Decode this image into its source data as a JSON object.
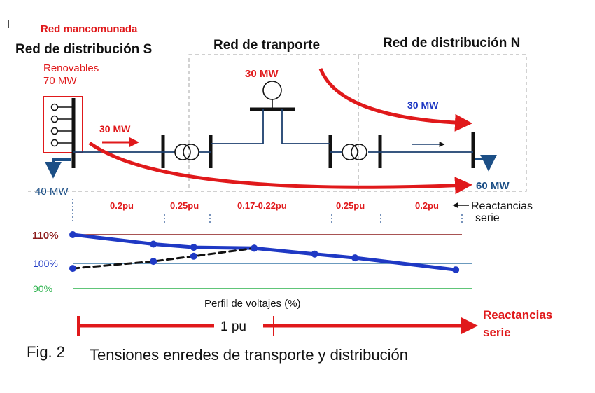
{
  "regions": {
    "mancomunada": "Red mancomunada",
    "dist_s": "Red de distribución S",
    "transporte": "Red de tranporte",
    "dist_n": "Red de distribución N"
  },
  "renovables": {
    "line1": "Renovables",
    "line2": "70 MW"
  },
  "flows": {
    "gen_transport": "30 MW",
    "flow_left": "30 MW",
    "flow_right": "30 MW",
    "load_left": "40 MW",
    "load_right": "60 MW"
  },
  "reactances": [
    "0.2pu",
    "0.25pu",
    "0.17-0.22pu",
    "0.25pu",
    "0.2pu"
  ],
  "reactance_label": {
    "line1": "Reactancias",
    "line2": "serie"
  },
  "profile": {
    "levels": [
      "110%",
      "100%",
      "90%"
    ],
    "title": "Perfil de voltajes (%)"
  },
  "axis": {
    "unit_label": "1 pu",
    "end_label_line1": "Reactancias",
    "end_label_line2": "serie"
  },
  "caption": {
    "fig": "Fig. 2",
    "text": "Tensiones enredes de transporte y distribución"
  },
  "colors": {
    "red": "#e0191b",
    "blue": "#1f39c4",
    "darkblue": "#1c4f86",
    "green": "#2bb24c",
    "black": "#111111"
  },
  "chart_data": {
    "type": "line",
    "title": "Perfil de voltajes (%)",
    "ylim": [
      90,
      110
    ],
    "series": [
      {
        "x": [
          0,
          0.2,
          0.3,
          0.45,
          0.6,
          0.7,
          0.95
        ],
        "values": [
          110,
          106.5,
          105.3,
          105.0,
          102.8,
          101.4,
          97.0
        ]
      },
      {
        "x": [
          0,
          0.2,
          0.3,
          0.45
        ],
        "values": [
          97.5,
          100.1,
          102.0,
          105.0
        ]
      }
    ]
  }
}
